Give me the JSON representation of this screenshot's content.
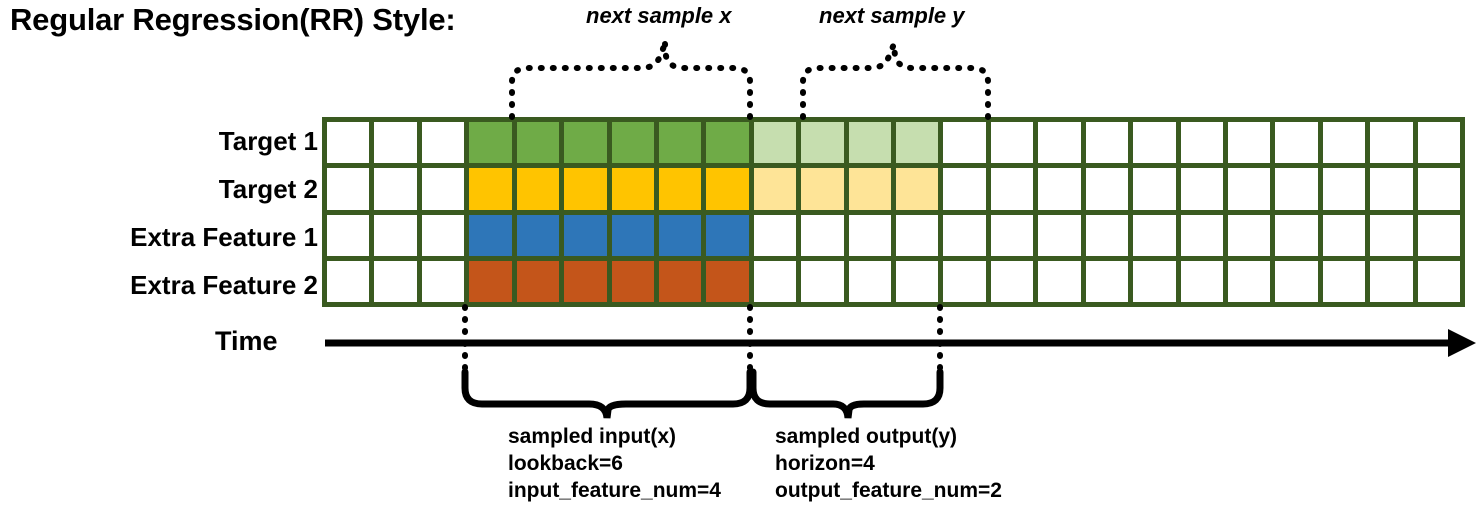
{
  "title": "Regular Regression(RR) Style:",
  "rows": [
    {
      "label": "Target 1",
      "key": "target-1"
    },
    {
      "label": "Target 2",
      "key": "target-2"
    },
    {
      "label": "Extra Feature 1",
      "key": "extra-feature-1"
    },
    {
      "label": "Extra Feature 2",
      "key": "extra-feature-2"
    }
  ],
  "grid": {
    "columns": 24,
    "rows": 4,
    "border_color": "#3a5a20",
    "empty_color": "#ffffff",
    "lead_blank_columns": 3,
    "input_columns": 6,
    "output_columns": 4,
    "trailing_blank_columns": 11,
    "row_fills": [
      {
        "row": "target-1",
        "input": "#6fab47",
        "output": "#c6deaf"
      },
      {
        "row": "target-2",
        "input": "#ffc400",
        "output": "#fee497"
      },
      {
        "row": "extra-feature-1",
        "input": "#2e76b8",
        "output": "#ffffff"
      },
      {
        "row": "extra-feature-2",
        "input": "#c4551a",
        "output": "#ffffff"
      }
    ]
  },
  "annotations": {
    "top_braces": [
      {
        "key": "next-sample-x",
        "label": "next sample x"
      },
      {
        "key": "next-sample-y",
        "label": "next sample y"
      }
    ],
    "time_axis_label": "Time",
    "bottom_braces": [
      {
        "key": "sampled-input",
        "lines": [
          "sampled input(x)",
          "lookback=6",
          "input_feature_num=4"
        ]
      },
      {
        "key": "sampled-output",
        "lines": [
          "sampled output(y)",
          "horizon=4",
          "output_feature_num=2"
        ]
      }
    ]
  },
  "colors": {
    "grid_border": "#3a5a20",
    "green": "#6fab47",
    "green_light": "#c6deaf",
    "yellow": "#ffc400",
    "yellow_light": "#fee497",
    "blue": "#2e76b8",
    "orange": "#c4551a",
    "ink": "#000000"
  }
}
